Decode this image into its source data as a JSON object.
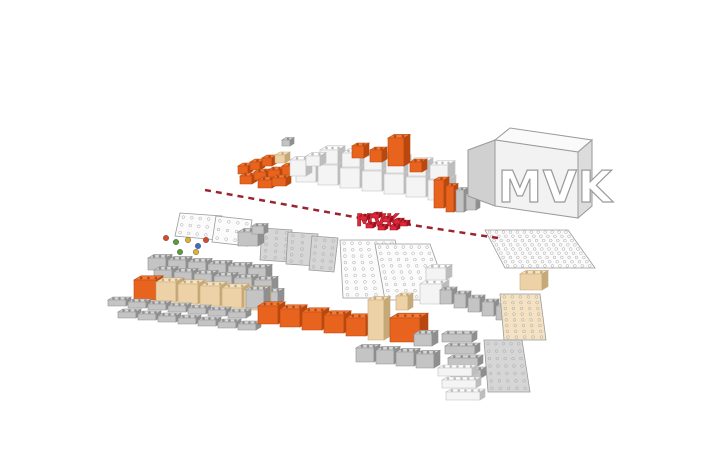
{
  "scene": {
    "large_logo_text": "MVK",
    "small_logo_text": "MVK",
    "colors": {
      "background": "#ffffff",
      "orange": "#e8641e",
      "orange_dark": "#b9480f",
      "tan": "#ecd2a6",
      "tan_dark": "#c6a978",
      "grey": "#c4c4c4",
      "grey_dark": "#8f8f8f",
      "white_part": "#f4f4f4",
      "dashed_line": "#9b2430",
      "red_logo": "#e0283a"
    },
    "objects": [
      {
        "name": "brick-cluster-top-left",
        "color": "orange"
      },
      {
        "name": "brick-cluster-top-middle",
        "color": "white"
      },
      {
        "name": "tall-orange-bricks",
        "color": "orange"
      },
      {
        "name": "big-white-block",
        "color": "white"
      },
      {
        "name": "baseplate-right",
        "color": "white"
      },
      {
        "name": "baseplates-center",
        "color": "white"
      },
      {
        "name": "red-logo-pieces",
        "color": "red"
      },
      {
        "name": "bottom-left-bricks",
        "color": "grey, tan, orange"
      },
      {
        "name": "bottom-center-bricks",
        "color": "orange, tan"
      },
      {
        "name": "bottom-right-panels",
        "color": "grey, tan"
      }
    ]
  }
}
